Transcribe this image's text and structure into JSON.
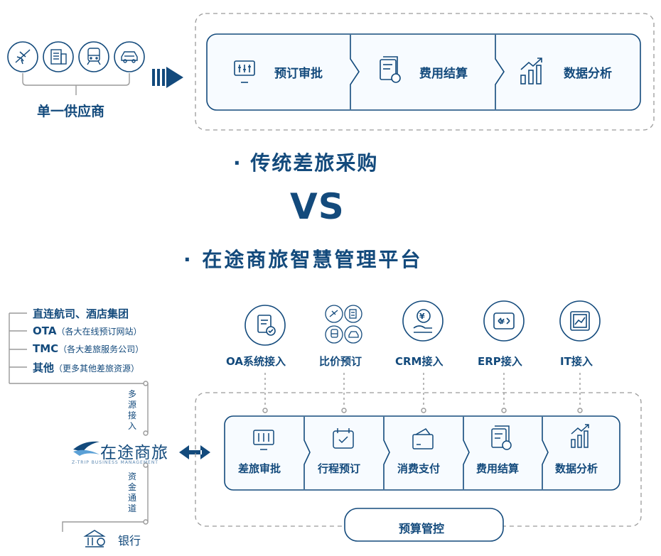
{
  "top": {
    "suppliers_label": "单一供应商",
    "supplier_icons": [
      "plane-icon",
      "hotel-icon",
      "train-icon",
      "car-icon"
    ],
    "steps": [
      "预订审批",
      "费用结算",
      "数据分析"
    ]
  },
  "headings": {
    "traditional": "· 传统差旅采购",
    "vs": "VS",
    "platform": "· 在途商旅智慧管理平台"
  },
  "sources": [
    {
      "main": "直连航司、酒店集团",
      "note": ""
    },
    {
      "main": "OTA",
      "note": "（各大在线预订网站）"
    },
    {
      "main": "TMC",
      "note": "（各大差旅服务公司）"
    },
    {
      "main": "其他",
      "note": "（更多其他差旅资源）"
    }
  ],
  "channels": {
    "multi_source": "多源接入",
    "fund": "资金通道"
  },
  "logo": {
    "name": "在途商旅",
    "sub": "Z-TRIP BUSINESS MANAGEMENT"
  },
  "bank": "银行",
  "integrations": [
    "OA系统接入",
    "比价预订",
    "CRM接入",
    "ERP接入",
    "IT接入"
  ],
  "bottom_steps": [
    "差旅审批",
    "行程预订",
    "消费支付",
    "费用结算",
    "数据分析"
  ],
  "budget": "预算管控",
  "colors": {
    "primary": "#134a7c",
    "light_bg": "#f7fbff",
    "dash": "#9a9a9a",
    "line": "#9a9a9a"
  }
}
